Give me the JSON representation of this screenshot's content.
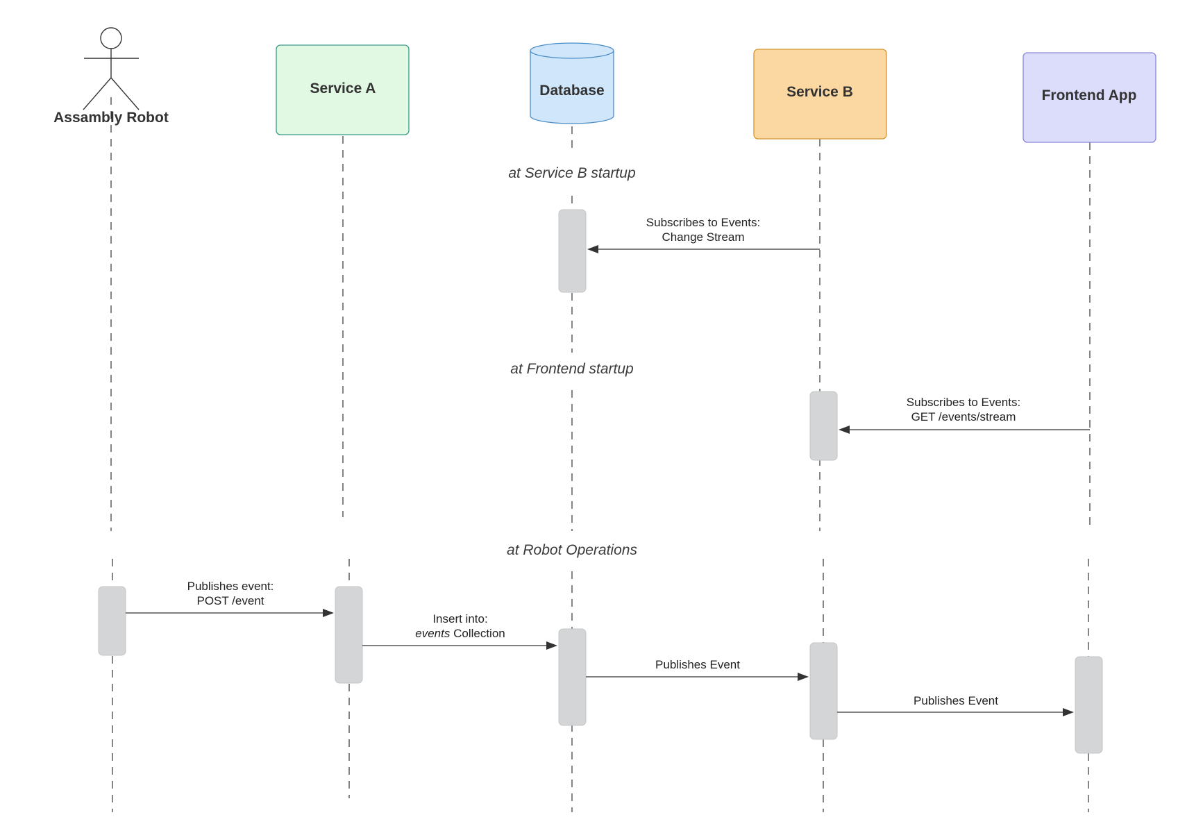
{
  "participants": {
    "robot": {
      "label": "Assambly Robot"
    },
    "service_a": {
      "label": "Service A",
      "fill": "#e1f9e3",
      "stroke": "#3b9a8a"
    },
    "database": {
      "label": "Database",
      "fill": "#cfe6fb",
      "stroke": "#4a8cc5"
    },
    "service_b": {
      "label": "Service B",
      "fill": "#fbd8a2",
      "stroke": "#d49532"
    },
    "frontend": {
      "label": "Frontend App",
      "fill": "#dcdcfb",
      "stroke": "#8a86d8"
    }
  },
  "sections": {
    "service_b_startup": "at Service B startup",
    "frontend_startup": "at Frontend startup",
    "robot_operations": "at Robot Operations"
  },
  "messages": {
    "subscribe_change_stream": {
      "line1": "Subscribes to Events:",
      "line2": "Change Stream"
    },
    "subscribe_get_stream": {
      "line1": "Subscribes to Events:",
      "line2": "GET /events/stream"
    },
    "publish_post_event": {
      "line1": "Publishes event:",
      "line2": "POST /event"
    },
    "insert_events": {
      "line1": "Insert into:",
      "line2_italic": "events",
      "line2_rest": " Collection"
    },
    "publish_event_db_to_b": {
      "line1": "Publishes Event"
    },
    "publish_event_b_to_frontend": {
      "line1": "Publishes Event"
    }
  },
  "colors": {
    "activation_fill": "#d3d5d6",
    "line": "#333333"
  }
}
